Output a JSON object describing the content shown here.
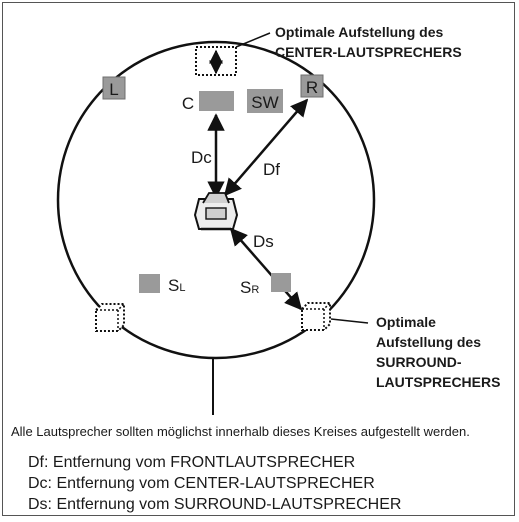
{
  "labels": {
    "center_caption_line1": "Optimale Aufstellung des",
    "center_caption_line2": "CENTER-LAUTSPRECHERS",
    "surround_caption_line1": "Optimale",
    "surround_caption_line2": "Aufstellung des",
    "surround_caption_line3": "SURROUND-",
    "surround_caption_line4": "LAUTSPRECHERS",
    "speaker_left": "L",
    "speaker_right": "R",
    "speaker_center": "C",
    "speaker_subwoofer": "SW",
    "speaker_surround_left": "S",
    "speaker_surround_left_sub": "L",
    "speaker_surround_right": "S",
    "speaker_surround_right_sub": "R",
    "distance_center": "Dc",
    "distance_front": "Df",
    "distance_surround": "Ds"
  },
  "notes": {
    "circle_note": "Alle Lautsprecher sollten möglichst innerhalb dieses Kreises aufgestellt werden.",
    "legend": [
      "Df: Entfernung vom FRONTLAUTSPRECHER",
      "Dc: Entfernung vom CENTER-LAUTSPRECHER",
      "Ds: Entfernung vom SURROUND-LAUTSPRECHER"
    ]
  },
  "colors": {
    "speaker_box": "#9a9a9a",
    "speaker_box_dark": "#7a7a7a",
    "line": "#111111"
  }
}
